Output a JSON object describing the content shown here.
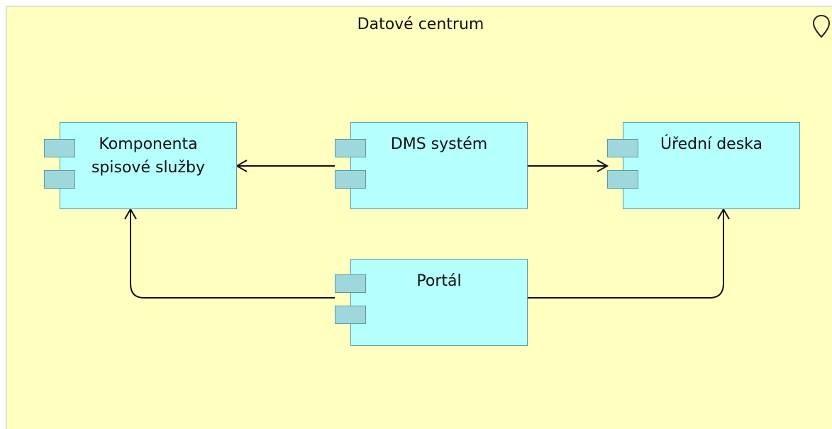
{
  "diagram": {
    "location": {
      "title": "Datové centrum",
      "icon": "location-pin-icon",
      "fill": "#ffffc0"
    },
    "component_fill": "#b5ffff",
    "components": [
      {
        "id": "spisova-sluzba",
        "label": "Komponenta\nspisové služby"
      },
      {
        "id": "dms",
        "label": "DMS systém"
      },
      {
        "id": "uredni-deska",
        "label": "Úřední deska"
      },
      {
        "id": "portal",
        "label": "Portál"
      }
    ],
    "relations": [
      {
        "from": "dms",
        "to": "spisova-sluzba"
      },
      {
        "from": "dms",
        "to": "uredni-deska"
      },
      {
        "from": "portal",
        "to": "spisova-sluzba"
      },
      {
        "from": "portal",
        "to": "uredni-deska"
      }
    ]
  }
}
